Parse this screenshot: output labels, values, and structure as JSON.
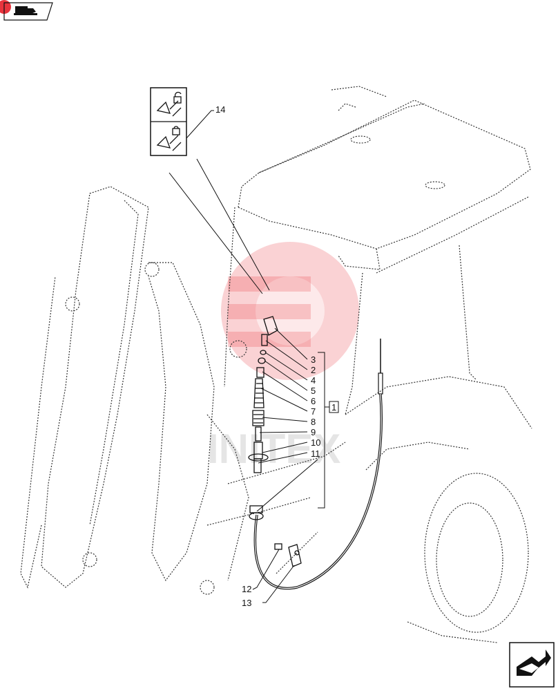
{
  "callouts": {
    "c1": "1",
    "c2": "2",
    "c3": "3",
    "c4": "4",
    "c5": "5",
    "c6": "6",
    "c7": "7",
    "c8": "8",
    "c9": "9",
    "c10": "10",
    "c11": "11",
    "c12": "12",
    "c13": "13",
    "c14": "14"
  },
  "watermark": "INITEX",
  "icons": {
    "top_left": "hydraulic-lock-icon",
    "bottom_right": "next-page-arrow-icon"
  },
  "colors": {
    "badge": "#e8343d",
    "watermark": "#e8343d"
  }
}
